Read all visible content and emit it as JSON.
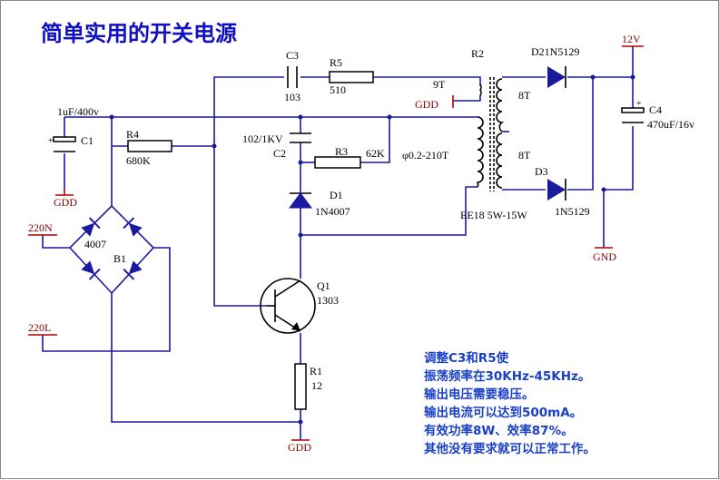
{
  "title": "简单实用的开关电源",
  "notes": [
    "调整C3和R5使",
    "振荡频率在30KHz-45KHz。",
    "输出电压需要稳压。",
    "输出电流可以达到500mA。",
    "有效功率8W、效率87%。",
    "其他没有要求就可以正常工作。"
  ],
  "labels": {
    "c1": "C1",
    "c1_value": "1uF/400v",
    "r4": "R4",
    "r4_value": "680K",
    "b1": "B1",
    "b1_value": "4007",
    "ac_n": "220N",
    "ac_l": "220L",
    "gdd_c1": "GDD",
    "gdd_bottom": "GDD",
    "gdd_trans": "GDD",
    "c3": "C3",
    "c3_value": "103",
    "r5": "R5",
    "r5_value": "510",
    "c2_value": "102/1KV",
    "c2": "C2",
    "r3": "R3",
    "r3_value": "62K",
    "d1": "D1",
    "d1_value": "1N4007",
    "q1": "Q1",
    "q1_value": "1303",
    "r1": "R1",
    "r1_value": "12",
    "r2": "R2",
    "turns_9t": "9T",
    "primary": "φ0.2-210T",
    "core": "EE18 5W-15W",
    "turns_8t_a": "8T",
    "turns_8t_b": "8T",
    "d2": "D21N5129",
    "d3": "D3",
    "d3_value": "1N5129",
    "v12": "12V",
    "c4": "C4",
    "c4_value": "470uF/16v",
    "gnd": "GND"
  }
}
